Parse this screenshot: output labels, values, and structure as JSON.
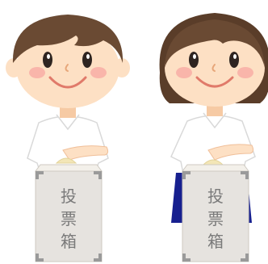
{
  "scene": {
    "left_figure": {
      "kind": "boy",
      "box_label_chars": [
        "投",
        "票",
        "箱"
      ]
    },
    "right_figure": {
      "kind": "girl",
      "box_label_chars": [
        "投",
        "票",
        "箱"
      ]
    }
  },
  "colors": {
    "background": "#ffffff",
    "skin": "#fde0c4",
    "skin_shade": "#f6caa4",
    "hair": "#6a4a33",
    "hair_shade": "#5a3d29",
    "cheek": "#f7a3a0",
    "mouth": "#e07a6a",
    "eye": "#2e2420",
    "shirt": "#ffffff",
    "shirt_outline": "#d9d9d9",
    "box_face": "#e6e3df",
    "box_top": "#f3f0ea",
    "box_corner": "#9a9a9a",
    "box_label": "#7a7a7a",
    "ballots": "#f3e6b6",
    "skirt": "#17208f"
  },
  "icons": {
    "left": "boy-voter-illustration",
    "right": "girl-voter-illustration",
    "ballot_box": "ballot-box-icon"
  }
}
